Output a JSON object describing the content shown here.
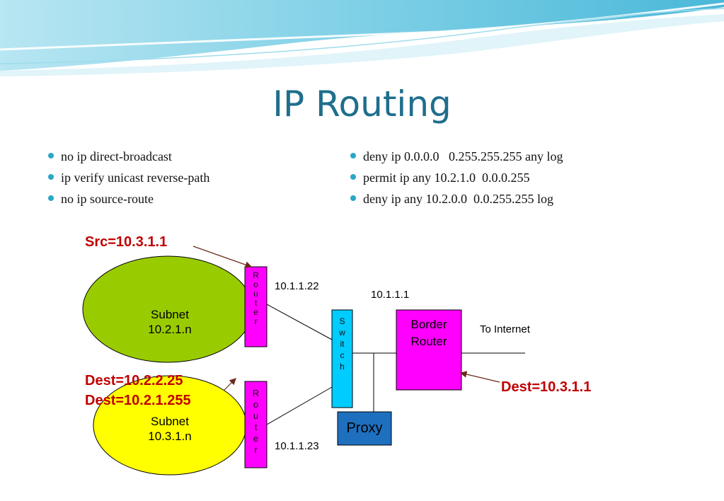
{
  "title": "IP Routing",
  "left_bullets": [
    "no ip direct-broadcast",
    "ip verify unicast reverse-path",
    "no ip source-route"
  ],
  "right_bullets": [
    "deny ip 0.0.0.0   0.255.255.255 any log",
    "permit ip any 10.2.1.0  0.0.0.255",
    "deny ip any 10.2.0.0  0.0.255.255 log"
  ],
  "diagram": {
    "src_label": "Src=10.3.1.1",
    "dest_label_1": "Dest=10.2.2.25",
    "dest_label_2": "Dest=10.2.1.255",
    "dest_label_border": "Dest=10.3.1.1",
    "subnet_top_line1": "Subnet",
    "subnet_top_line2": "10.2.1.n",
    "subnet_bottom_line1": "Subnet",
    "subnet_bottom_line2": "10.3.1.n",
    "router_letters": [
      "R",
      "o",
      "u",
      "t",
      "e",
      "r"
    ],
    "switch_letters": [
      "S",
      "w",
      "it",
      "c",
      "h"
    ],
    "ip_router_top": "10.1.1.22",
    "ip_router_bottom": "10.1.1.23",
    "ip_border": "10.1.1.1",
    "border_line1": "Border",
    "border_line2": "Router",
    "to_internet": "To Internet",
    "proxy": "Proxy"
  },
  "colors": {
    "title": "#1f6e8c",
    "bullet": "#2aa7c8",
    "subnet_top": "#99cc00",
    "subnet_bottom": "#ffff00",
    "router": "#ff00ff",
    "switch": "#00ccff",
    "proxy": "#1f6fbf",
    "label_red": "#c00000"
  }
}
